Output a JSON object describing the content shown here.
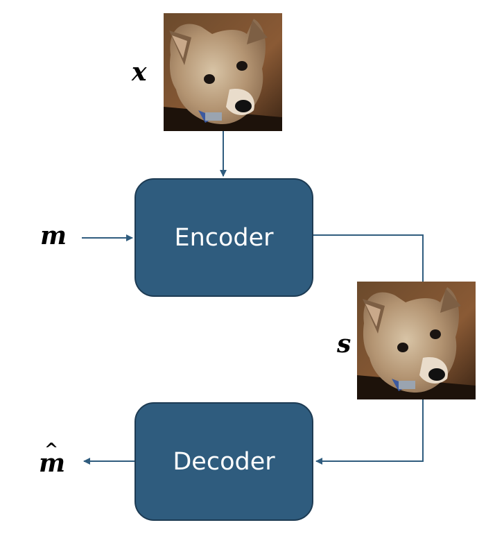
{
  "labels": {
    "input_image": "x",
    "message": "m",
    "stego_image": "s",
    "decoded_message_base": "m",
    "decoded_message_hat": "^"
  },
  "blocks": {
    "encoder": "Encoder",
    "decoder": "Decoder"
  },
  "images": {
    "input_image": "shiba-dog-photo",
    "stego_image": "shiba-dog-photo"
  },
  "colors": {
    "block_fill": "#2f5c7e",
    "block_border": "#1d3b53",
    "arrow": "#2f5c7e",
    "block_text": "#ffffff"
  }
}
